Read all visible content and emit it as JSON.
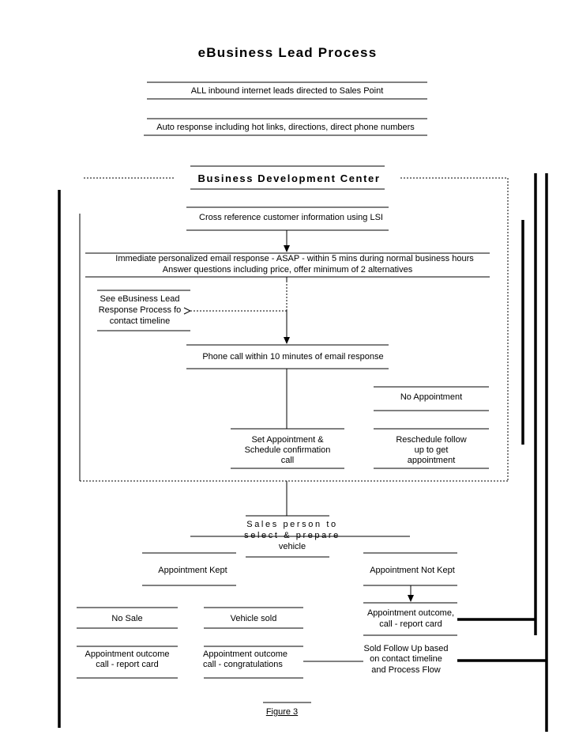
{
  "title": "eBusiness Lead Process",
  "steps": {
    "inbound": "ALL inbound internet leads directed to Sales Point",
    "auto_response": "Auto response including hot links, directions, direct phone numbers",
    "bdc": "Business Development Center",
    "cross_reference": "Cross reference customer information using LSI",
    "email_line1": "Immediate personalized email response - ASAP - within 5 mins during normal business hours",
    "email_line2": "Answer questions including price, offer minimum of 2 alternatives",
    "see_process": [
      "See eBusiness Lead",
      "Response Process fo",
      "contact timeline"
    ],
    "phone_call": "Phone call within 10 minutes of email response",
    "no_appointment": "No Appointment",
    "set_appointment": [
      "Set Appointment &",
      "Schedule confirmation",
      "call"
    ],
    "reschedule": [
      "Reschedule follow",
      "up to get",
      "appointment"
    ],
    "sales_person": [
      "Sales person to",
      "select & prepare",
      "vehicle"
    ],
    "appointment_kept": "Appointment Kept",
    "appointment_not_kept": "Appointment Not Kept",
    "no_sale": "No Sale",
    "vehicle_sold": "Vehicle sold",
    "outcome_not_kept": [
      "Appointment outcome,",
      "call - report card"
    ],
    "outcome_no_sale": [
      "Appointment outcome",
      "call - report card"
    ],
    "outcome_sold": [
      "Appointment outcome",
      "call - congratulations"
    ],
    "sold_follow_up": [
      "Sold Follow Up based",
      "on contact timeline",
      "and Process Flow"
    ]
  },
  "figure_label": "Figure 3"
}
